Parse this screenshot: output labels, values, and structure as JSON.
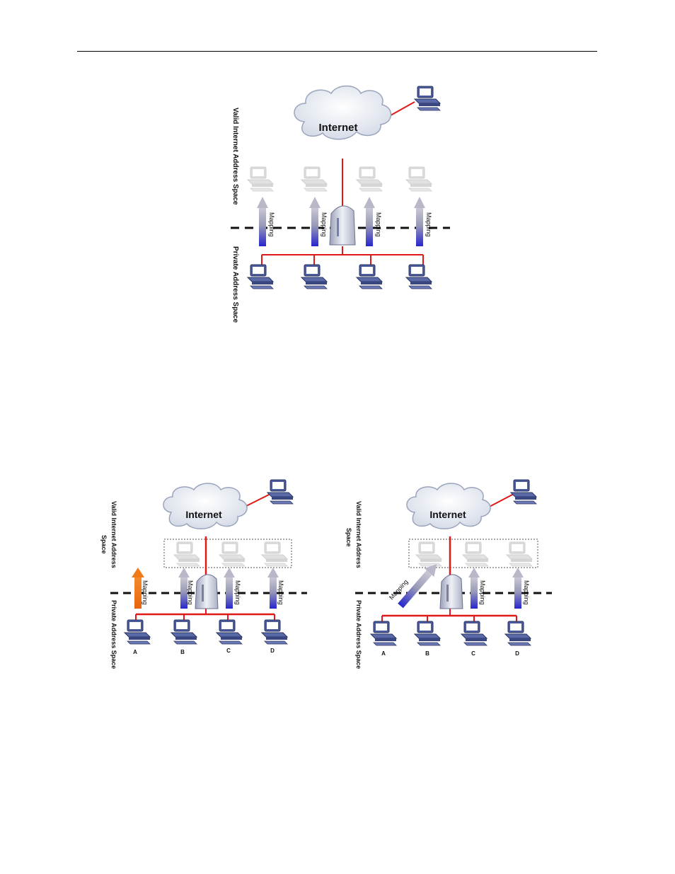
{
  "figures": [
    {
      "internet_label": "Internet",
      "valid_space_label": "Valid Internet Address Space",
      "private_space_label": "Private Address Space",
      "mapping_labels": [
        "Mapping",
        "Mapping",
        "Mapping",
        "Mapping"
      ]
    },
    {
      "internet_label": "Internet",
      "valid_space_label_line1": "Valid Internet Address",
      "valid_space_label_line2": "Space",
      "private_space_label": "Private Address Space",
      "mapping_labels": [
        "Mapping",
        "Mapping",
        "Mapping",
        "Mapping"
      ],
      "host_labels": [
        "A",
        "B",
        "C",
        "D"
      ],
      "colors": {
        "highlight_arrow": "#f07a1a"
      }
    },
    {
      "internet_label": "Internet",
      "valid_space_label_line1": "Valid Internet Address",
      "valid_space_label_line2": "Space",
      "private_space_label": "Private Address Space",
      "mapping_labels": [
        "Mapping",
        "Mapping",
        "Mapping"
      ],
      "host_labels": [
        "A",
        "B",
        "C",
        "D"
      ]
    }
  ],
  "colors": {
    "link": "#e01818",
    "arrow_top": "#bfbfcf",
    "arrow_bottom": "#2a2ad0",
    "cloud": "#e4e8f0"
  }
}
